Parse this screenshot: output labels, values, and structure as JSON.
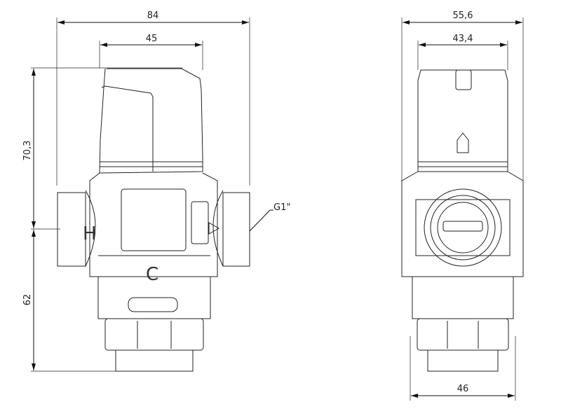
{
  "left_view": {
    "dim_total_width": "84",
    "dim_cap_width": "45",
    "dim_upper_height": "70,3",
    "dim_lower_height": "62",
    "thread_label": "G1\"",
    "marking_hot": "H",
    "marking_cold": "C"
  },
  "right_view": {
    "dim_total_width": "55,6",
    "dim_cap_width": "43,4",
    "dim_bottom_width": "46"
  }
}
